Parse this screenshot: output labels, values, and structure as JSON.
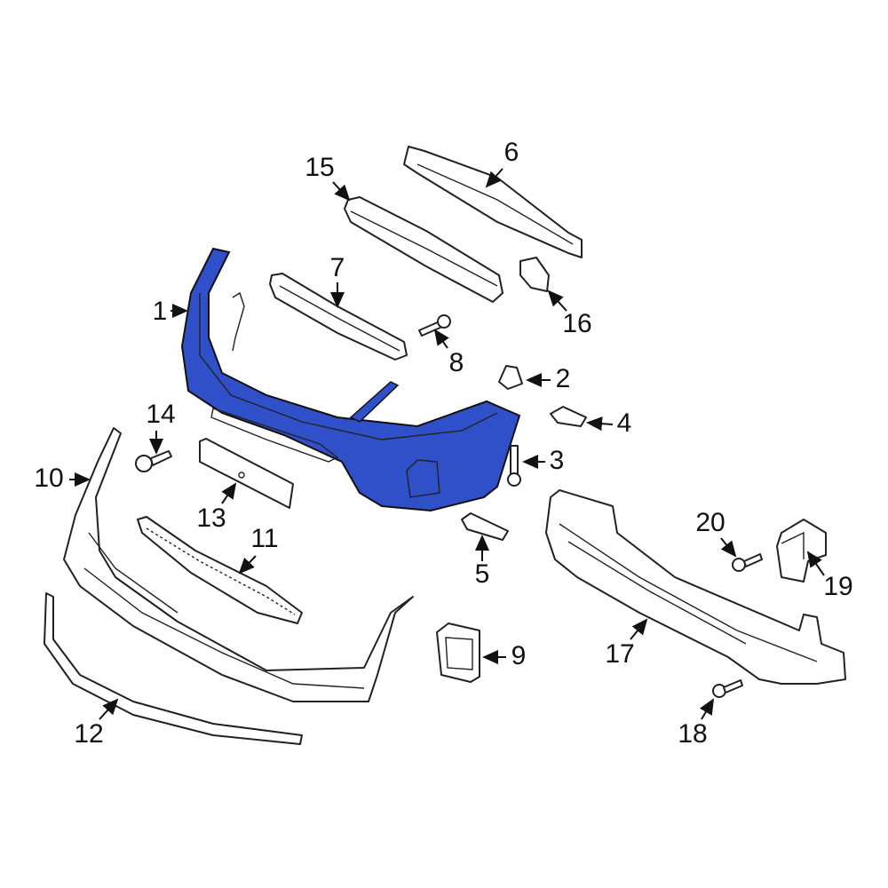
{
  "highlight_color": "#2f50c8",
  "highlighted_part": "1",
  "callouts": [
    {
      "number": "1"
    },
    {
      "number": "2"
    },
    {
      "number": "3"
    },
    {
      "number": "4"
    },
    {
      "number": "5"
    },
    {
      "number": "6"
    },
    {
      "number": "7"
    },
    {
      "number": "8"
    },
    {
      "number": "9"
    },
    {
      "number": "10"
    },
    {
      "number": "11"
    },
    {
      "number": "12"
    },
    {
      "number": "13"
    },
    {
      "number": "14"
    },
    {
      "number": "15"
    },
    {
      "number": "16"
    },
    {
      "number": "17"
    },
    {
      "number": "18"
    },
    {
      "number": "19"
    },
    {
      "number": "20"
    }
  ]
}
